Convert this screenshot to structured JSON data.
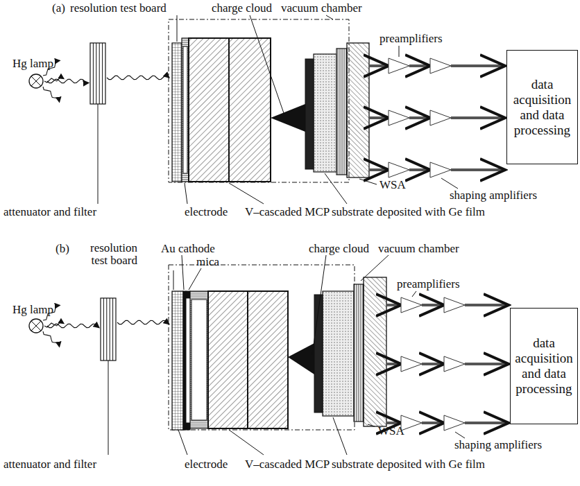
{
  "diagram": {
    "nodes": [
      {
        "text": [
          "data acquisition and data processing"
        ]
      },
      {
        "text": [
          "data acquisition and data processing"
        ]
      }
    ],
    "labels": [
      "(a)",
      "resolution test board",
      "charge cloud",
      "vacuum chamber",
      "Hg lamp",
      "preamplifiers",
      "shaping amplifiers",
      "WSA",
      "attenuator and filter",
      "electrode",
      "V–cascaded MCP",
      "substrate deposited with Ge film",
      "(b)",
      "resolution test board",
      "Au cathode",
      "mica",
      "charge cloud",
      "vacuum chamber",
      "Hg lamp",
      "preamplifiers",
      "shaping amplifiers",
      "WSA",
      "attenuator and filter",
      "electrode",
      "V–cascaded MCP",
      "substrate deposited with Ge film"
    ]
  }
}
